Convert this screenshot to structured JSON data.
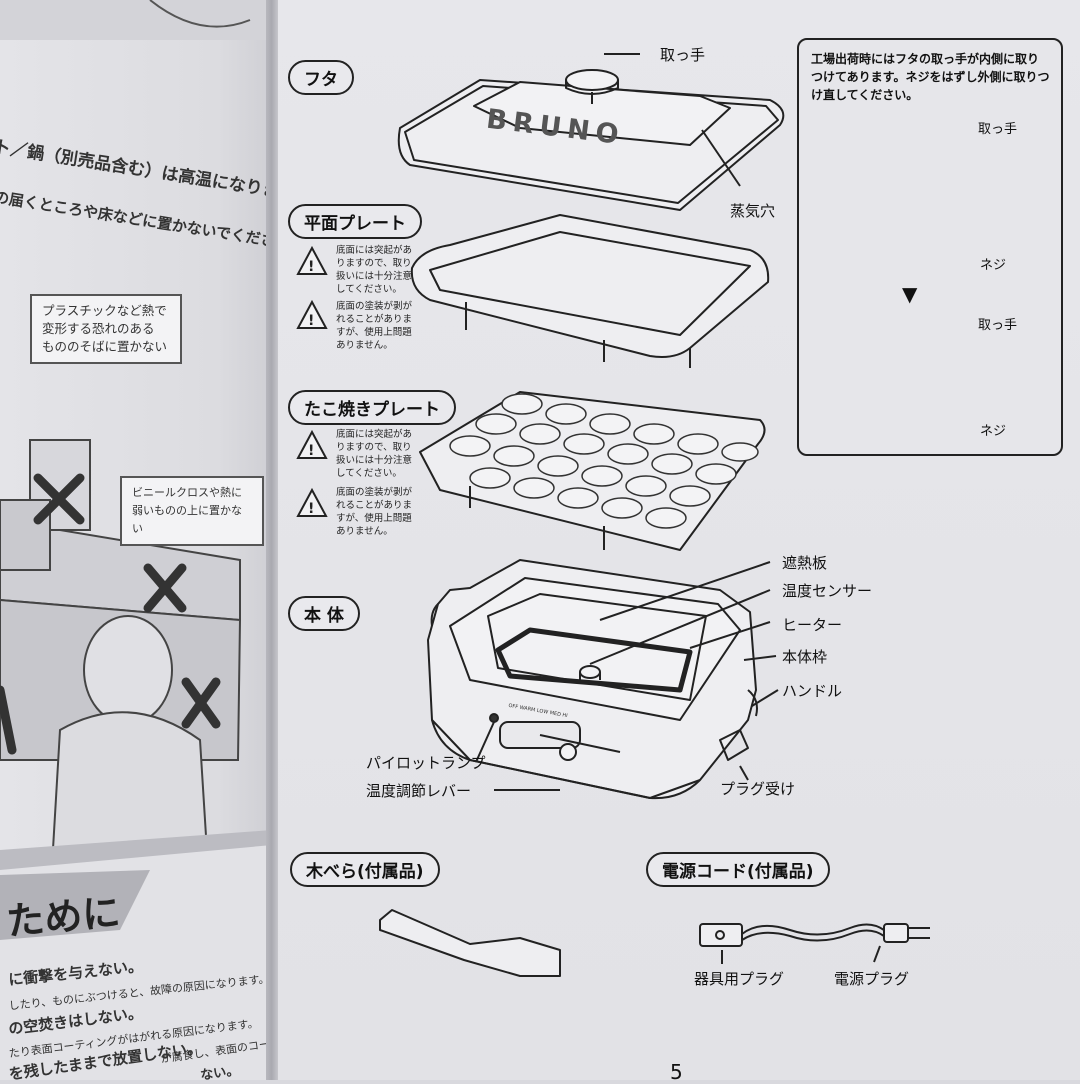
{
  "left_page": {
    "header_text": "ト／鍋（別売品含む）は高温になります",
    "subheader_text": "の届くところや床などに置かないでください。",
    "bubble1": "プラスチックなど熱で\n変形する恐れのある\nもののそばに置かない",
    "bubble2": "ビニールクロスや熱に\n弱いものの上に置かない",
    "section_title": "ために",
    "item1": "に衝撃を与えない。",
    "item1_note": "したり、ものにぶつけると、故障の原因になります。",
    "item2": "の空焚きはしない。",
    "item2_note": "たり表面コーティングがはがれる原因になります。",
    "item3": "を残したままで放置しない。",
    "item3_note": "が腐食し、表面のコーティング",
    "item4": "ない。"
  },
  "sections": {
    "lid": "フタ",
    "flat_plate": "平面プレート",
    "takoyaki_plate": "たこ焼きプレート",
    "body": "本 体",
    "spatula": "木べら(付属品)",
    "power_cord": "電源コード(付属品)"
  },
  "labels": {
    "handle_knob": "取っ手",
    "steam_hole": "蒸気穴",
    "heat_shield": "遮熱板",
    "temp_sensor": "温度センサー",
    "heater": "ヒーター",
    "body_frame": "本体枠",
    "handle": "ハンドル",
    "pilot_lamp": "パイロットランプ",
    "temp_lever": "温度調節レバー",
    "plug_receiver": "プラグ受け",
    "appliance_plug": "器具用プラグ",
    "power_plug": "電源プラグ",
    "brand": "BRUNO",
    "dial_marks": "OFF  WARM  LOW  MED  HI"
  },
  "warnings": {
    "w1": "底面には突起がありますので、取り扱いには十分注意してください。",
    "w2": "底面の塗装が剥がれることがありますが、使用上問題ありません。"
  },
  "note_box": {
    "text": "工場出荷時にはフタの取っ手が内側に取りつけてあります。ネジをはずし外側に取りつけ直してください。",
    "handle_label_1": "取っ手",
    "screw_label_1": "ネジ",
    "handle_label_2": "取っ手",
    "screw_label_2": "ネジ",
    "arrow": "▼"
  },
  "page_number": "5"
}
